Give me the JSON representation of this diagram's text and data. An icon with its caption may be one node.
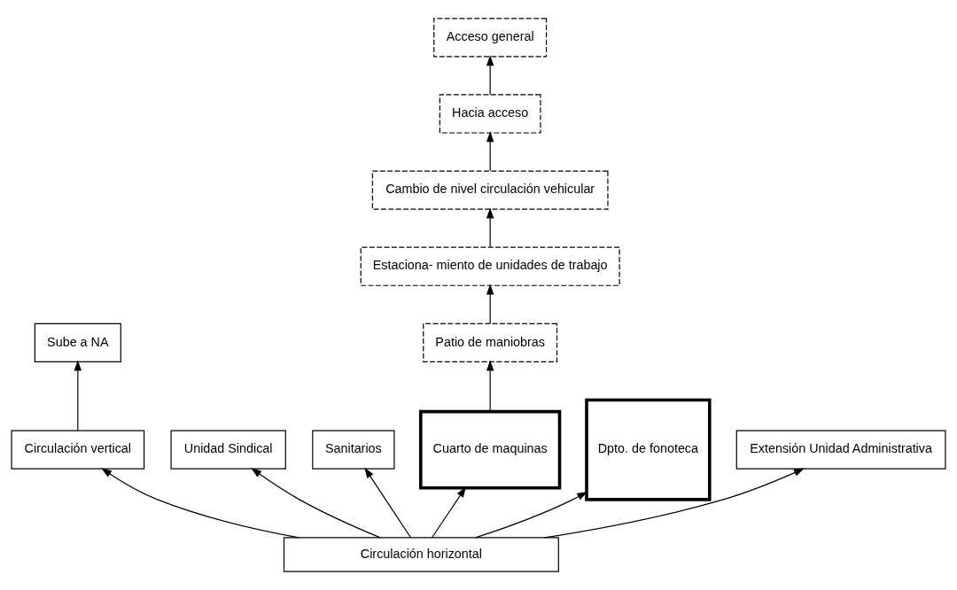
{
  "diagram": {
    "nodes": [
      {
        "text": [
          "Cambio de nivel circulación vehicular"
        ]
      },
      {
        "text": [
          "Estaciona- miento de unidades de trabajo"
        ]
      },
      {
        "text": [
          "Sube a NA"
        ]
      },
      {
        "text": [
          "Hacia acceso"
        ]
      },
      {
        "text": [
          "Circulación vertical"
        ]
      },
      {
        "text": [
          "Unidad Sindical"
        ]
      },
      {
        "text": [
          "Sanitarios"
        ]
      },
      {
        "text": [
          "Patio de maniobras"
        ]
      },
      {
        "text": [
          "Circulación horizontal"
        ]
      },
      {
        "text": [
          "Cuarto de maquinas"
        ]
      },
      {
        "text": [
          "Dpto. de fonoteca"
        ]
      },
      {
        "text": [
          "Extensión Unidad Administrativa"
        ]
      },
      {
        "text": [
          "Acceso general"
        ]
      }
    ],
    "edges": [
      {
        "from": 8,
        "to": 4,
        "arrow": "to"
      },
      {
        "from": 4,
        "to": 2,
        "arrow": "to"
      },
      {
        "from": 8,
        "to": 5,
        "arrow": "to"
      },
      {
        "from": 8,
        "to": 6,
        "arrow": "to"
      },
      {
        "from": 8,
        "to": 10,
        "arrow": "to"
      },
      {
        "from": 8,
        "to": 11,
        "arrow": "to"
      },
      {
        "from": 8,
        "to": 9,
        "arrow": "to"
      },
      {
        "from": 9,
        "to": 7,
        "arrow": "to"
      },
      {
        "from": 7,
        "to": 1,
        "arrow": "to"
      },
      {
        "from": 1,
        "to": 0,
        "arrow": "to"
      },
      {
        "from": 0,
        "to": 3,
        "arrow": "to"
      },
      {
        "from": 3,
        "to": 12,
        "arrow": "to"
      }
    ]
  }
}
